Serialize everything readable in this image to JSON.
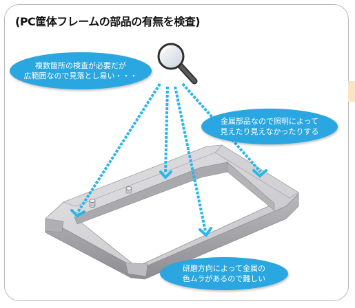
{
  "title": "(PC筐体フレームの部品の有無を検査)",
  "bubbles": {
    "top_left": {
      "line1": "複数箇所の検査が必要だが",
      "line2": "広範囲なので見落とし易い・・・"
    },
    "right": {
      "line1": "金属部品なので照明によって",
      "line2": "見えたり見えなかったりする"
    },
    "bottom": {
      "line1": "研磨方向によって金属の",
      "line2": "色ムラがあるので難しい"
    }
  },
  "colors": {
    "bubble": "#2aa6e0",
    "arrow": "#29b6e8",
    "frame": "#c9c9cc"
  },
  "icons": [
    "magnifier-icon"
  ]
}
